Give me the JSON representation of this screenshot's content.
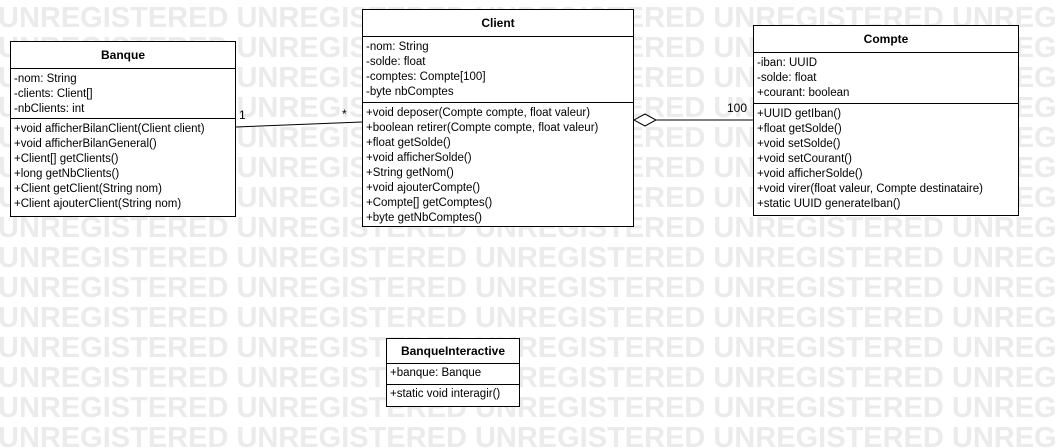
{
  "watermark": {
    "text": "UNREGISTERED UNREGISTERED UNREGISTERED UNREGISTERED UNREGISTERED UNREGISTERED UNREGISTERED UNREGISTERED"
  },
  "classes": {
    "banque": {
      "name": "Banque",
      "attributes": [
        "-nom: String",
        "-clients: Client[]",
        "-nbClients: int"
      ],
      "operations": [
        "+void afficherBilanClient(Client client)",
        "+void afficherBilanGeneral()",
        "+Client[] getClients()",
        "+long getNbClients()",
        "+Client getClient(String nom)",
        "+Client ajouterClient(String nom)"
      ]
    },
    "client": {
      "name": "Client",
      "attributes": [
        "-nom: String",
        "-solde: float",
        "-comptes: Compte[100]",
        "-byte nbComptes"
      ],
      "operations": [
        "+void deposer(Compte compte, float valeur)",
        "+boolean retirer(Compte compte, float valeur)",
        "+float getSolde()",
        "+void afficherSolde()",
        "+String getNom()",
        "+void ajouterCompte()",
        "+Compte[] getComptes()",
        "+byte getNbComptes()"
      ]
    },
    "compte": {
      "name": "Compte",
      "attributes": [
        "-iban: UUID",
        "-solde: float",
        "+courant: boolean"
      ],
      "operations": [
        "+UUID getIban()",
        "+float getSolde()",
        "+void setSolde()",
        "+void setCourant()",
        "+void afficherSolde()",
        "+void virer(float valeur, Compte destinataire)",
        "+static UUID generateIban()"
      ]
    },
    "banqueInteractive": {
      "name": "BanqueInteractive",
      "attributes": [
        "+banque: Banque"
      ],
      "operations": [
        "+static void interagir()"
      ]
    }
  },
  "associations": {
    "banqueClient": {
      "source_multiplicity": "1",
      "target_multiplicity": "*"
    },
    "clientCompte": {
      "type": "aggregation",
      "target_multiplicity": "100"
    }
  }
}
